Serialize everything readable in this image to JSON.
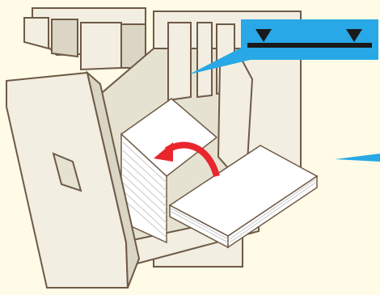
{
  "illustration": {
    "subject": "loading-paper-into-tray",
    "colors": {
      "background": "#FFFBE6",
      "device_body": "#F2EEE1",
      "device_shade": "#DAD5C4",
      "outline": "#6E5A46",
      "tray_inside": "#E6E2D2",
      "paper": "#FFFFFF",
      "paper_edge": "#C8C8C8",
      "arrow": "#E8262C",
      "callout": "#28A8E6",
      "limit_line": "#1A1A1A"
    },
    "icons": {
      "limit_mark": "max-fill-line-indicator",
      "direction": "curved-insert-arrow"
    }
  }
}
